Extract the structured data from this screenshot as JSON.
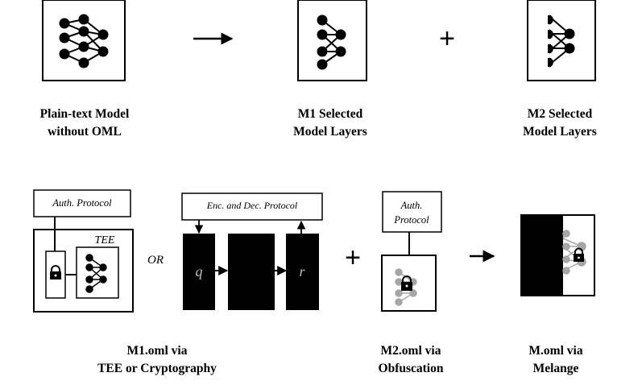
{
  "captions": {
    "plain_model": [
      "Plain-text Model",
      "without OML"
    ],
    "m1_selected": [
      "M1 Selected",
      "Model Layers"
    ],
    "m2_selected": [
      "M2 Selected",
      "Model Layers"
    ],
    "m1_oml": [
      "M1.oml via",
      "TEE or Cryptography"
    ],
    "m2_oml": [
      "M2.oml  via",
      "Obfuscation"
    ],
    "m_oml": [
      "M.oml via",
      "Melange"
    ]
  },
  "labels": {
    "auth_protocol_1": "Auth. Protocol",
    "tee": "TEE",
    "or": "OR",
    "enc_dec_protocol": "Enc. and Dec. Protocol",
    "q": "q",
    "r": "r",
    "auth_protocol_2_line1": "Auth.",
    "auth_protocol_2_line2": "Protocol"
  },
  "operators": {
    "plus": "+"
  },
  "colors": {
    "ink": "#000000",
    "obfuscated": "#a6a6a6",
    "background": "#ffffff"
  }
}
